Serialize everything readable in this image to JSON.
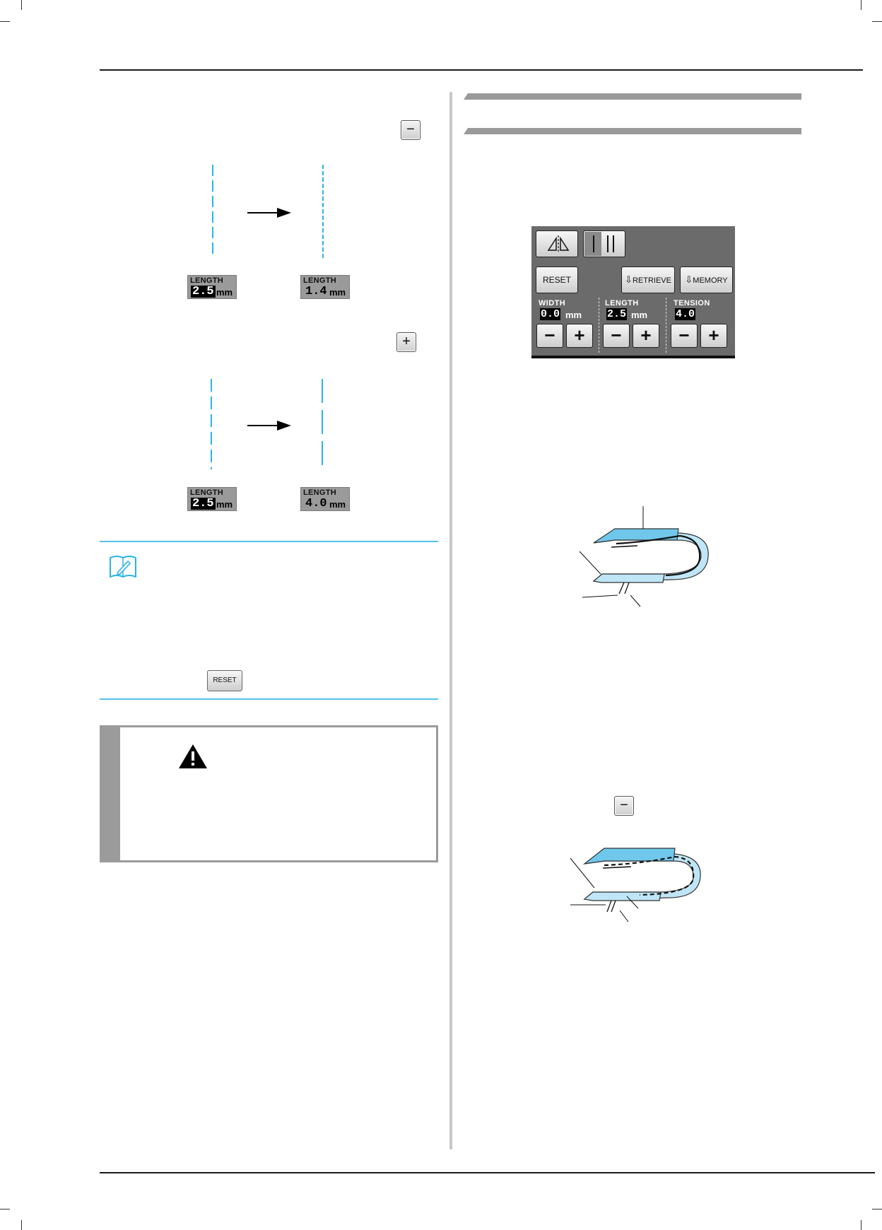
{
  "colors": {
    "stitch_blue": "#2bb4e6",
    "accent_line": "#54c3e8",
    "panel_gray": "#6b6b6b",
    "fabric_blue": "#6fc8ec"
  },
  "left": {
    "minus_button": "−",
    "plus_button": "+",
    "example_decrease": {
      "before": {
        "label": "LENGTH",
        "value": "2.5",
        "unit": "mm"
      },
      "after": {
        "label": "LENGTH",
        "value": "1.4",
        "unit": "mm"
      }
    },
    "example_increase": {
      "before": {
        "label": "LENGTH",
        "value": "2.5",
        "unit": "mm"
      },
      "after": {
        "label": "LENGTH",
        "value": "4.0",
        "unit": "mm"
      }
    },
    "memo_icon": "memo-pencil-icon",
    "reset_small": "RESET",
    "caution_icon": "warning-triangle-icon"
  },
  "right": {
    "panel": {
      "reset": "RESET",
      "retrieve": "RETRIEVE",
      "memory": "MEMORY",
      "width": {
        "label": "WIDTH",
        "value": "0.0",
        "unit": "mm"
      },
      "length": {
        "label": "LENGTH",
        "value": "2.5",
        "unit": "mm"
      },
      "tension": {
        "label": "TENSION",
        "value": "4.0"
      },
      "minus": "−",
      "plus": "+"
    },
    "minus_button": "−"
  }
}
